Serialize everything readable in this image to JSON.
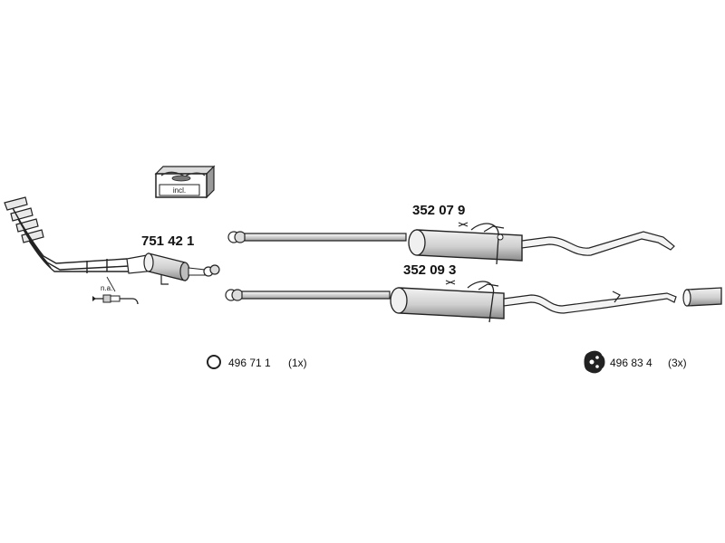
{
  "labels": {
    "catalytic_converter": "751 42 1",
    "rear_silencer_a": "352 07 9",
    "rear_silencer_b": "352 09 3",
    "gasket_part": "496 71 1",
    "gasket_qty": "(1x)",
    "mount_part": "496 83 4",
    "mount_qty": "(3x)",
    "sensor_note": "n.a.",
    "kit_badge": "incl."
  },
  "colors": {
    "line": "#222222",
    "part_fill": "#e6e6e6",
    "part_shade": "#9a9a9a"
  }
}
